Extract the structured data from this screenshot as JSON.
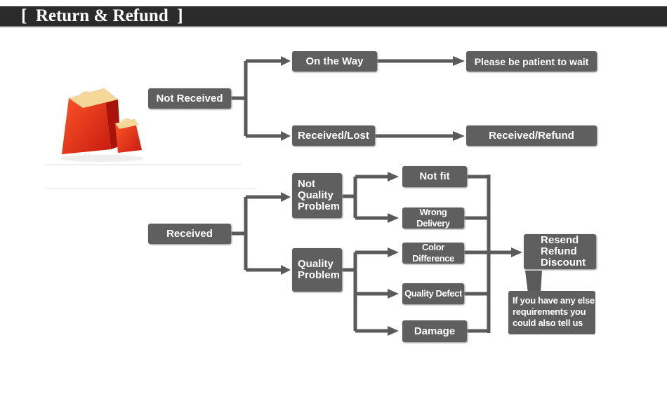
{
  "header": {
    "title": "[  Return & Refund  ]"
  },
  "nodes": {
    "not_received": "Not Received",
    "on_the_way": "On the Way",
    "please_wait": "Please be patient to wait",
    "received_lost": "Received/Lost",
    "received_refund": "Received/Refund",
    "received": "Received",
    "not_quality_problem": "Not\nQuality\nProblem",
    "quality_problem": "Quality\nProblem",
    "not_fit": "Not fit",
    "wrong_delivery": "Wrong Delivery",
    "color_difference": "Color Difference",
    "quality_defect": "Quality Defect",
    "damage": "Damage",
    "resend_refund_discount": "Resend\nRefund\nDiscount"
  },
  "note": "If you have any else\nrequirements you\ncould also tell us",
  "colors": {
    "header_bg": "#2b2b2b",
    "node_bg": "#5f5f5f",
    "bag": "#e0301c"
  },
  "icons": {
    "logo": "shopping-bags-icon"
  }
}
